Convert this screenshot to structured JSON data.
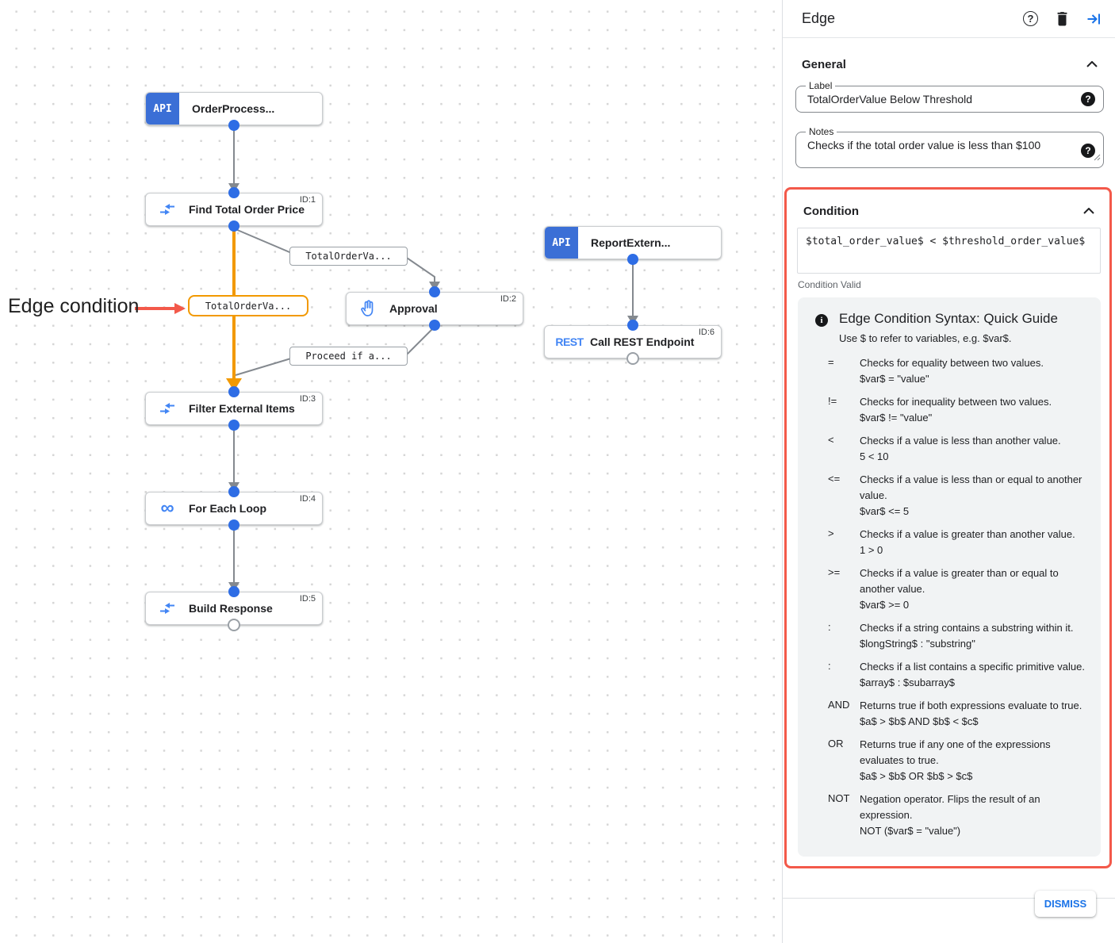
{
  "panel": {
    "title": "Edge",
    "general": {
      "section_label": "General",
      "label_field": {
        "label": "Label",
        "value": "TotalOrderValue Below Threshold"
      },
      "notes_field": {
        "label": "Notes",
        "value": "Checks if the total order value is less than $100"
      }
    },
    "condition": {
      "section_label": "Condition",
      "expression": "$total_order_value$ < $threshold_order_value$",
      "status": "Condition Valid",
      "guide": {
        "title": "Edge Condition Syntax: Quick Guide",
        "intro": "Use $ to refer to variables, e.g. $var$.",
        "rows": [
          {
            "op": "=",
            "desc": "Checks for equality between two values.",
            "example": "$var$ = \"value\""
          },
          {
            "op": "!=",
            "desc": "Checks for inequality between two values.",
            "example": "$var$ != \"value\""
          },
          {
            "op": "<",
            "desc": "Checks if a value is less than another value.",
            "example": "5 < 10"
          },
          {
            "op": "<=",
            "desc": "Checks if a value is less than or equal to another value.",
            "example": "$var$ <= 5"
          },
          {
            "op": ">",
            "desc": "Checks if a value is greater than another value.",
            "example": "1 > 0"
          },
          {
            "op": ">=",
            "desc": "Checks if a value is greater than or equal to another value.",
            "example": "$var$ >= 0"
          },
          {
            "op": ":",
            "desc": "Checks if a string contains a substring within it.",
            "example": "$longString$ : \"substring\""
          },
          {
            "op": ":",
            "desc": "Checks if a list contains a specific primitive value.",
            "example": "$array$ : $subarray$"
          },
          {
            "op": "AND",
            "desc": "Returns true if both expressions evaluate to true.",
            "example": "$a$ > $b$ AND $b$ < $c$"
          },
          {
            "op": "OR",
            "desc": "Returns true if any one of the expressions evaluates to true.",
            "example": "$a$ > $b$ OR $b$ > $c$"
          },
          {
            "op": "NOT",
            "desc": "Negation operator. Flips the result of an expression.",
            "example": "NOT ($var$ = \"value\")"
          }
        ]
      }
    },
    "dismiss_label": "DISMISS"
  },
  "canvas": {
    "annotation": "Edge condition",
    "badges": {
      "api": "API",
      "rest": "REST"
    },
    "nodes": [
      {
        "title": "OrderProcess...",
        "id_label": ""
      },
      {
        "title": "Find Total Order Price",
        "id_label": "ID:1"
      },
      {
        "title": "Approval",
        "id_label": "ID:2"
      },
      {
        "title": "Filter External Items",
        "id_label": "ID:3"
      },
      {
        "title": "For Each Loop",
        "id_label": "ID:4"
      },
      {
        "title": "Build Response",
        "id_label": "ID:5"
      },
      {
        "title": "ReportExtern...",
        "id_label": ""
      },
      {
        "title": "Call REST Endpoint",
        "id_label": "ID:6"
      }
    ],
    "edge_labels": [
      {
        "text": "TotalOrderVa..."
      },
      {
        "text": "TotalOrderVa..."
      },
      {
        "text": "Proceed if a..."
      }
    ]
  },
  "colors": {
    "accent_blue": "#1a73e8",
    "node_badge_blue": "#3b6fd6",
    "connector_dot_blue": "#2e6de5",
    "selected_edge_orange": "#f29900",
    "highlight_red": "#f3594a",
    "guide_background": "#f1f3f4"
  }
}
